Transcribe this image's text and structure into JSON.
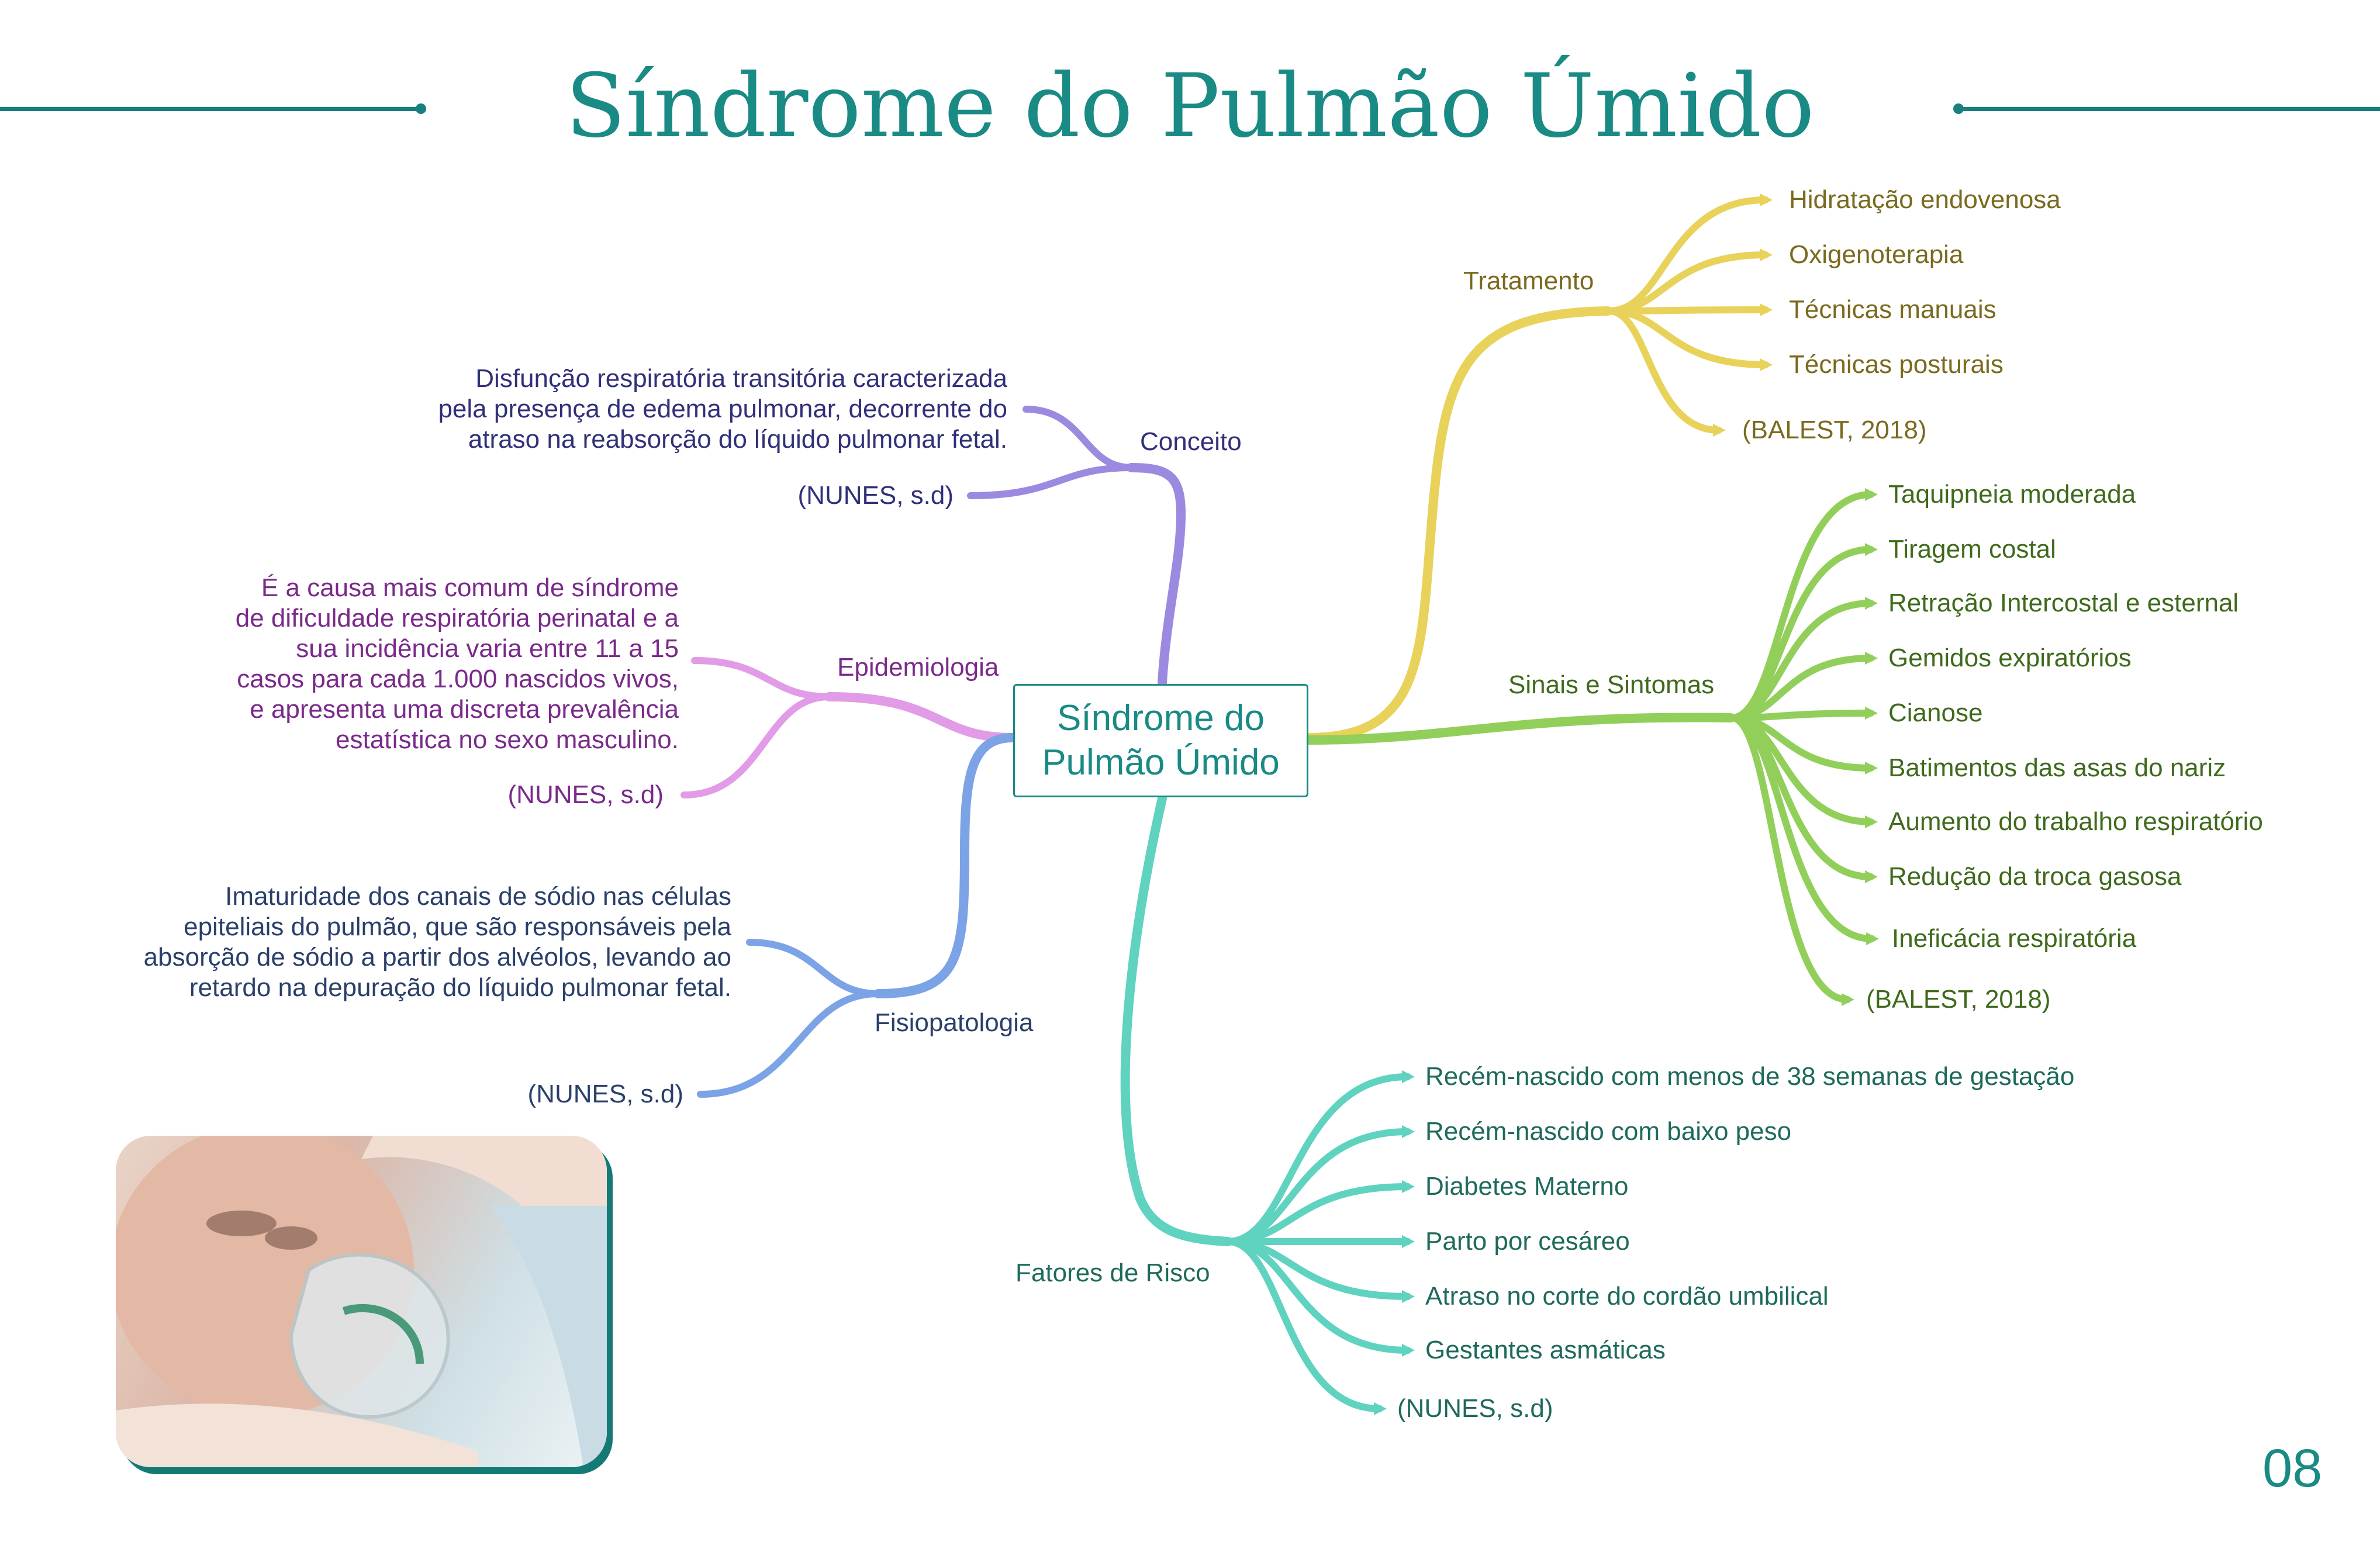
{
  "title": "Síndrome do Pulmão Úmido",
  "central": "Síndrome do\nPulmão Úmido",
  "page_number": "08",
  "colors": {
    "accent": "#1a8a85",
    "tratamento": "#e8d25a",
    "sinais": "#92cf5a",
    "fatores": "#5fd3bf",
    "conceito": "#9b8ae0",
    "epidemiologia": "#e29be6",
    "fisiopatologia": "#7ba3e6"
  },
  "branches": {
    "tratamento": {
      "label": "Tratamento",
      "items": [
        "Hidratação endovenosa",
        "Oxigenoterapia",
        "Técnicas manuais",
        "Técnicas posturais",
        "(BALEST, 2018)"
      ]
    },
    "sinais": {
      "label": "Sinais e Sintomas",
      "items": [
        "Taquipneia moderada",
        "Tiragem costal",
        "Retração Intercostal e esternal",
        "Gemidos expiratórios",
        "Cianose",
        "Batimentos das asas do nariz",
        "Aumento do trabalho respiratório",
        "Redução da troca gasosa",
        "Ineficácia respiratória",
        "(BALEST, 2018)"
      ]
    },
    "fatores": {
      "label": "Fatores de Risco",
      "items": [
        "Recém-nascido com menos de 38 semanas de gestação",
        "Recém-nascido com baixo peso",
        "Diabetes Materno",
        "Parto por cesáreo",
        "Atraso no corte do cordão umbilical",
        "Gestantes asmáticas",
        "(NUNES, s.d)"
      ]
    },
    "conceito": {
      "label": "Conceito",
      "text": "Disfunção respiratória transitória caracterizada\npela presença de edema pulmonar, decorrente do\natraso na reabsorção do líquido pulmonar fetal.",
      "ref": "(NUNES, s.d)"
    },
    "epidemiologia": {
      "label": "Epidemiologia",
      "text": "É a causa mais comum de síndrome\nde dificuldade respiratória perinatal e a\nsua incidência varia entre 11 a 15\ncasos para cada 1.000 nascidos vivos,\ne apresenta uma discreta prevalência\nestatística no sexo masculino.",
      "ref": "(NUNES, s.d)"
    },
    "fisiopatologia": {
      "label": "Fisiopatologia",
      "text": "Imaturidade dos canais de sódio nas células\nepiteliais do pulmão, que são responsáveis pela\nabsorção de sódio a partir dos alvéolos, levando ao\nretardo na depuração do líquido pulmonar fetal.",
      "ref": "(NUNES, s.d)"
    }
  }
}
